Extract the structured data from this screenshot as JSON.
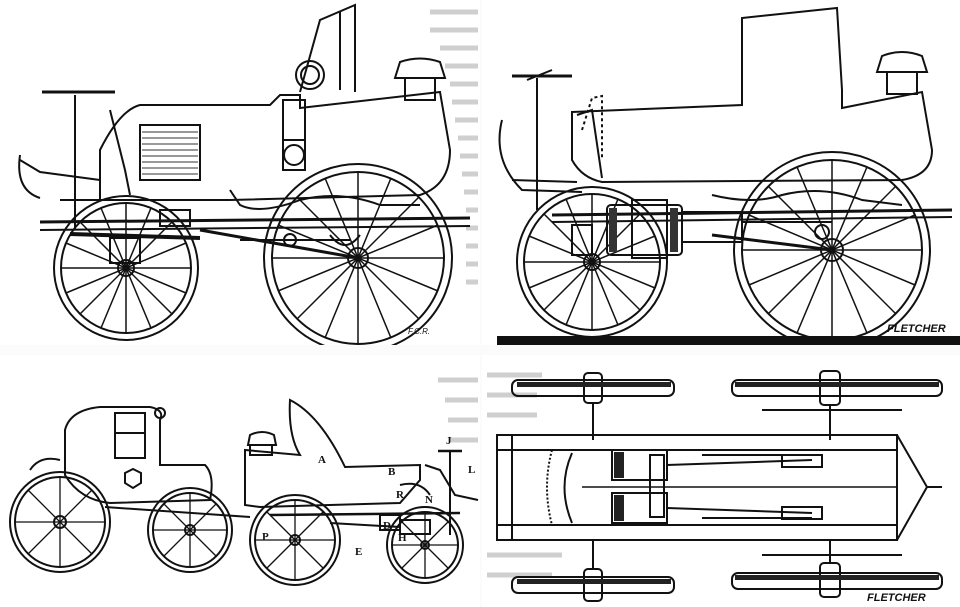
{
  "figure": {
    "panels": [
      {
        "id": "side-elevation-cutaway",
        "signature": "F.C.R."
      },
      {
        "id": "side-elevation-outline",
        "signature": "FLETCHER"
      },
      {
        "id": "carriage-with-motor-car",
        "labels": [
          "A",
          "B",
          "R",
          "N",
          "L",
          "J",
          "D",
          "H",
          "E",
          "P"
        ]
      },
      {
        "id": "plan-view-chassis",
        "signature": "FLETCHER"
      }
    ]
  },
  "colors": {
    "ink": "#111111",
    "paper": "#ffffff",
    "bleed_text": "#bdbdbd"
  }
}
